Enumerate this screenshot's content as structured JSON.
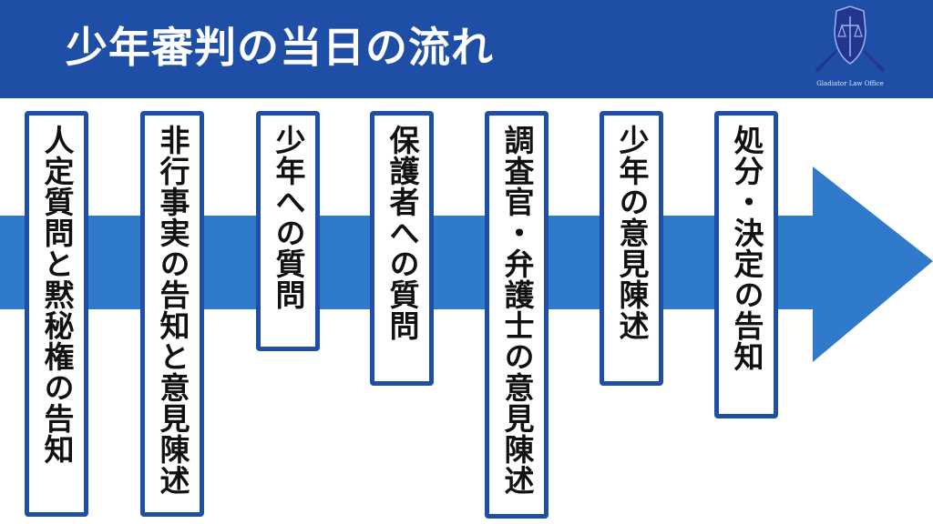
{
  "header": {
    "title": "少年審判の当日の流れ",
    "logo_text": "Gladiator Law Office"
  },
  "colors": {
    "header_bg": "#1e4ea6",
    "arrow": "#2f7acb",
    "box_border": "#1e4ea6",
    "text": "#111111"
  },
  "steps": [
    {
      "label": "人定質問と黙秘権の告知"
    },
    {
      "label": "非行事実の告知と意見陳述"
    },
    {
      "label": "少年への質問"
    },
    {
      "label": "保護者への質問"
    },
    {
      "label": "調査官・弁護士の意見陳述"
    },
    {
      "label": "少年の意見陳述"
    },
    {
      "label": "処分・決定の告知"
    }
  ]
}
